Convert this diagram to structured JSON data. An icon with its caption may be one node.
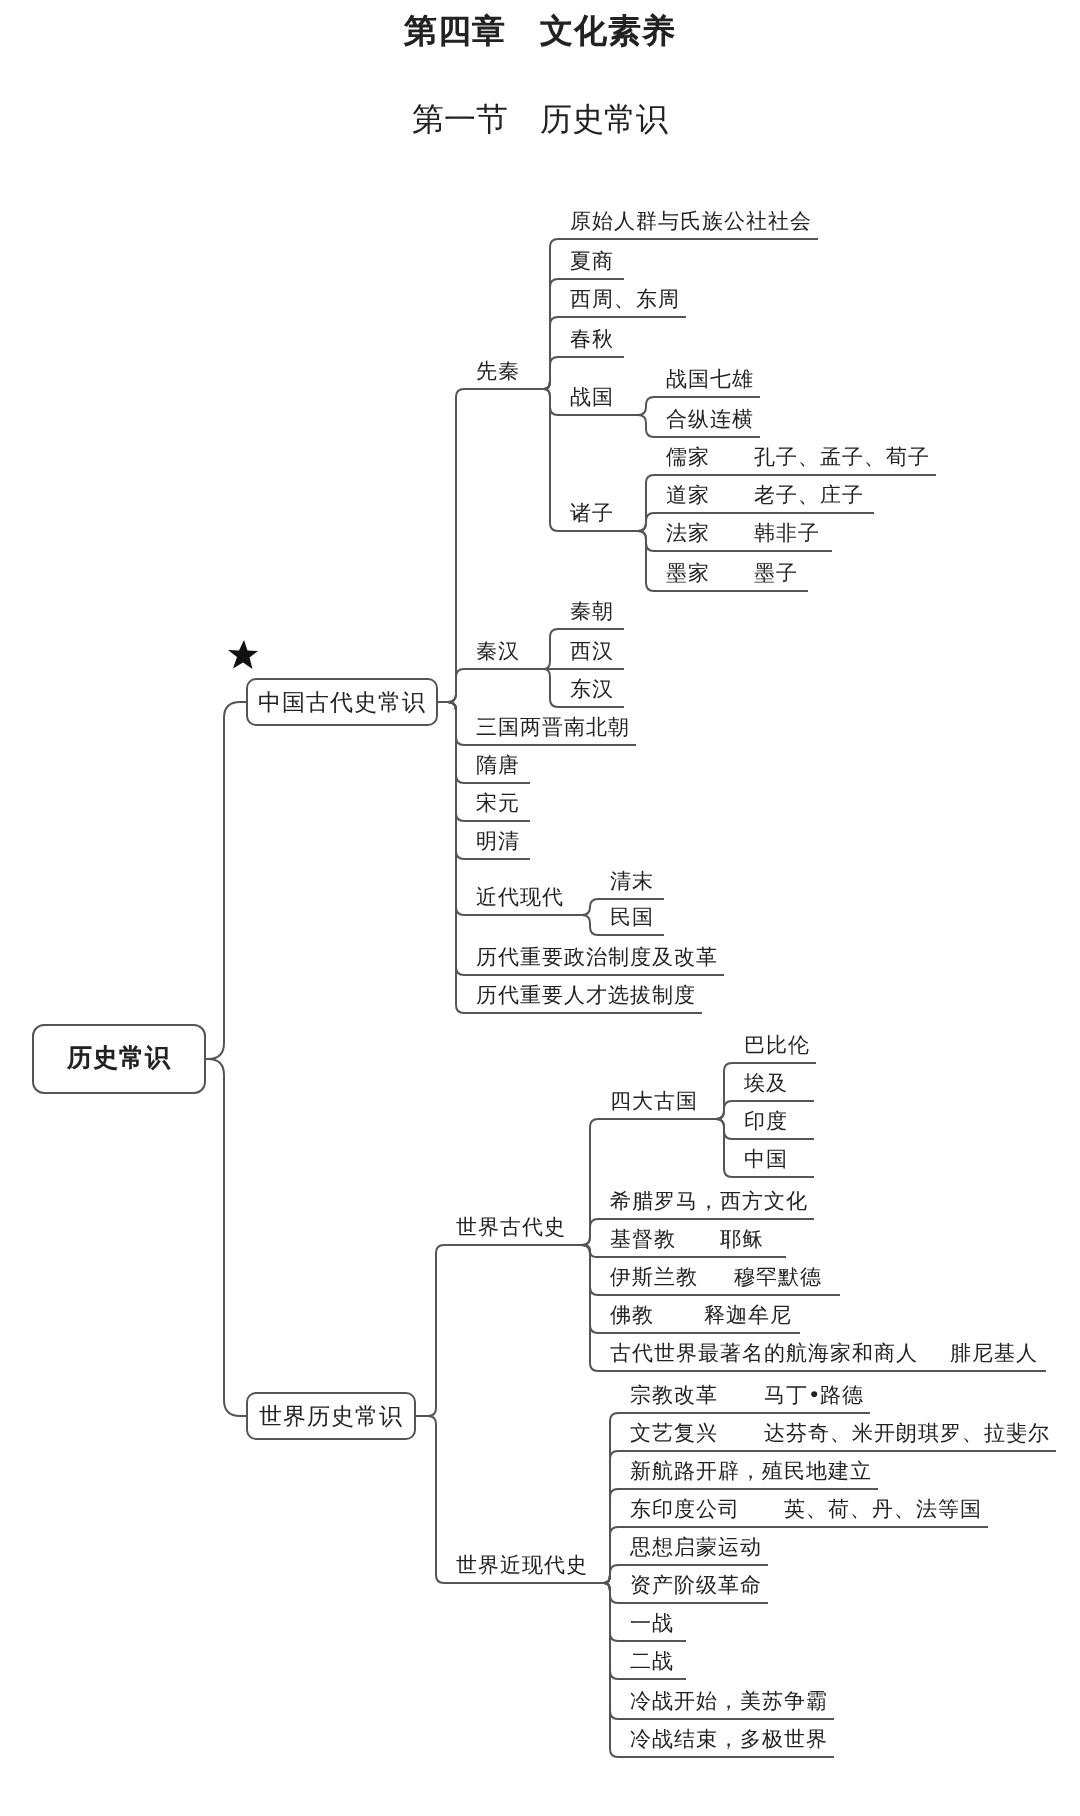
{
  "diagram": {
    "title": "第四章　文化素养",
    "labels": [
      "第一节　历史常识"
    ],
    "nodes": [
      {
        "text": [
          "历史常识"
        ]
      },
      {
        "text": [
          "中国古代史常识"
        ]
      },
      {
        "text": [
          "先秦"
        ]
      },
      {
        "text": [
          "原始人群与氏族公社社会"
        ]
      },
      {
        "text": [
          "夏商"
        ]
      },
      {
        "text": [
          "西周、东周"
        ]
      },
      {
        "text": [
          "春秋"
        ]
      },
      {
        "text": [
          "战国"
        ]
      },
      {
        "text": [
          "战国七雄"
        ]
      },
      {
        "text": [
          "合纵连横"
        ]
      },
      {
        "text": [
          "诸子"
        ]
      },
      {
        "text": [
          "儒家"
        ]
      },
      {
        "text": [
          "孔子、孟子、荀子"
        ]
      },
      {
        "text": [
          "道家"
        ]
      },
      {
        "text": [
          "老子、庄子"
        ]
      },
      {
        "text": [
          "法家"
        ]
      },
      {
        "text": [
          "韩非子"
        ]
      },
      {
        "text": [
          "墨家"
        ]
      },
      {
        "text": [
          "墨子"
        ]
      },
      {
        "text": [
          "秦汉"
        ]
      },
      {
        "text": [
          "秦朝"
        ]
      },
      {
        "text": [
          "西汉"
        ]
      },
      {
        "text": [
          "东汉"
        ]
      },
      {
        "text": [
          "三国两晋南北朝"
        ]
      },
      {
        "text": [
          "隋唐"
        ]
      },
      {
        "text": [
          "宋元"
        ]
      },
      {
        "text": [
          "明清"
        ]
      },
      {
        "text": [
          "近代现代"
        ]
      },
      {
        "text": [
          "清末"
        ]
      },
      {
        "text": [
          "民国"
        ]
      },
      {
        "text": [
          "历代重要政治制度及改革"
        ]
      },
      {
        "text": [
          "历代重要人才选拔制度"
        ]
      },
      {
        "text": [
          "世界历史常识"
        ]
      },
      {
        "text": [
          "世界古代史"
        ]
      },
      {
        "text": [
          "四大古国"
        ]
      },
      {
        "text": [
          "巴比伦"
        ]
      },
      {
        "text": [
          "埃及"
        ]
      },
      {
        "text": [
          "印度"
        ]
      },
      {
        "text": [
          "中国"
        ]
      },
      {
        "text": [
          "希腊罗马，西方文化"
        ]
      },
      {
        "text": [
          "基督教"
        ]
      },
      {
        "text": [
          "耶稣"
        ]
      },
      {
        "text": [
          "伊斯兰教"
        ]
      },
      {
        "text": [
          "穆罕默德"
        ]
      },
      {
        "text": [
          "佛教"
        ]
      },
      {
        "text": [
          "释迦牟尼"
        ]
      },
      {
        "text": [
          "古代世界最著名的航海家和商人"
        ]
      },
      {
        "text": [
          "腓尼基人"
        ]
      },
      {
        "text": [
          "世界近现代史"
        ]
      },
      {
        "text": [
          "宗教改革"
        ]
      },
      {
        "text": [
          "马丁•路德"
        ]
      },
      {
        "text": [
          "文艺复兴"
        ]
      },
      {
        "text": [
          "达芬奇、米开朗琪罗、拉斐尔"
        ]
      },
      {
        "text": [
          "新航路开辟，殖民地建立"
        ]
      },
      {
        "text": [
          "东印度公司"
        ]
      },
      {
        "text": [
          "英、荷、丹、法等国"
        ]
      },
      {
        "text": [
          "思想启蒙运动"
        ]
      },
      {
        "text": [
          "资产阶级革命"
        ]
      },
      {
        "text": [
          "一战"
        ]
      },
      {
        "text": [
          "二战"
        ]
      },
      {
        "text": [
          "冷战开始，美苏争霸"
        ]
      },
      {
        "text": [
          "冷战结束，多极世界"
        ]
      }
    ],
    "edges": [
      {
        "from": 0,
        "to": 1,
        "arrow": "none"
      },
      {
        "from": 0,
        "to": 32,
        "arrow": "none"
      },
      {
        "from": 1,
        "to": 2,
        "arrow": "none"
      },
      {
        "from": 2,
        "to": 3,
        "arrow": "none"
      },
      {
        "from": 2,
        "to": 4,
        "arrow": "none"
      },
      {
        "from": 2,
        "to": 5,
        "arrow": "none"
      },
      {
        "from": 2,
        "to": 6,
        "arrow": "none"
      },
      {
        "from": 2,
        "to": 7,
        "arrow": "none"
      },
      {
        "from": 7,
        "to": 8,
        "arrow": "none"
      },
      {
        "from": 7,
        "to": 9,
        "arrow": "none"
      },
      {
        "from": 2,
        "to": 10,
        "arrow": "none"
      },
      {
        "from": 10,
        "to": 11,
        "arrow": "none"
      },
      {
        "from": 11,
        "to": 12,
        "arrow": "none"
      },
      {
        "from": 10,
        "to": 13,
        "arrow": "none"
      },
      {
        "from": 13,
        "to": 14,
        "arrow": "none"
      },
      {
        "from": 10,
        "to": 15,
        "arrow": "none"
      },
      {
        "from": 15,
        "to": 16,
        "arrow": "none"
      },
      {
        "from": 10,
        "to": 17,
        "arrow": "none"
      },
      {
        "from": 17,
        "to": 18,
        "arrow": "none"
      },
      {
        "from": 1,
        "to": 19,
        "arrow": "none"
      },
      {
        "from": 19,
        "to": 20,
        "arrow": "none"
      },
      {
        "from": 19,
        "to": 21,
        "arrow": "none"
      },
      {
        "from": 19,
        "to": 22,
        "arrow": "none"
      },
      {
        "from": 1,
        "to": 23,
        "arrow": "none"
      },
      {
        "from": 1,
        "to": 24,
        "arrow": "none"
      },
      {
        "from": 1,
        "to": 25,
        "arrow": "none"
      },
      {
        "from": 1,
        "to": 26,
        "arrow": "none"
      },
      {
        "from": 1,
        "to": 27,
        "arrow": "none"
      },
      {
        "from": 27,
        "to": 28,
        "arrow": "none"
      },
      {
        "from": 27,
        "to": 29,
        "arrow": "none"
      },
      {
        "from": 1,
        "to": 30,
        "arrow": "none"
      },
      {
        "from": 1,
        "to": 31,
        "arrow": "none"
      },
      {
        "from": 32,
        "to": 33,
        "arrow": "none"
      },
      {
        "from": 33,
        "to": 34,
        "arrow": "none"
      },
      {
        "from": 34,
        "to": 35,
        "arrow": "none"
      },
      {
        "from": 34,
        "to": 36,
        "arrow": "none"
      },
      {
        "from": 34,
        "to": 37,
        "arrow": "none"
      },
      {
        "from": 34,
        "to": 38,
        "arrow": "none"
      },
      {
        "from": 33,
        "to": 39,
        "arrow": "none"
      },
      {
        "from": 33,
        "to": 40,
        "arrow": "none"
      },
      {
        "from": 40,
        "to": 41,
        "arrow": "none"
      },
      {
        "from": 33,
        "to": 42,
        "arrow": "none"
      },
      {
        "from": 42,
        "to": 43,
        "arrow": "none"
      },
      {
        "from": 33,
        "to": 44,
        "arrow": "none"
      },
      {
        "from": 44,
        "to": 45,
        "arrow": "none"
      },
      {
        "from": 33,
        "to": 46,
        "arrow": "none"
      },
      {
        "from": 46,
        "to": 47,
        "arrow": "none"
      },
      {
        "from": 32,
        "to": 48,
        "arrow": "none"
      },
      {
        "from": 48,
        "to": 49,
        "arrow": "none"
      },
      {
        "from": 49,
        "to": 50,
        "arrow": "none"
      },
      {
        "from": 48,
        "to": 51,
        "arrow": "none"
      },
      {
        "from": 51,
        "to": 52,
        "arrow": "none"
      },
      {
        "from": 48,
        "to": 53,
        "arrow": "none"
      },
      {
        "from": 48,
        "to": 54,
        "arrow": "none"
      },
      {
        "from": 54,
        "to": 55,
        "arrow": "none"
      },
      {
        "from": 48,
        "to": 56,
        "arrow": "none"
      },
      {
        "from": 48,
        "to": 57,
        "arrow": "none"
      },
      {
        "from": 48,
        "to": 58,
        "arrow": "none"
      },
      {
        "from": 48,
        "to": 59,
        "arrow": "none"
      },
      {
        "from": 48,
        "to": 60,
        "arrow": "none"
      },
      {
        "from": 48,
        "to": 61,
        "arrow": "none"
      }
    ]
  }
}
